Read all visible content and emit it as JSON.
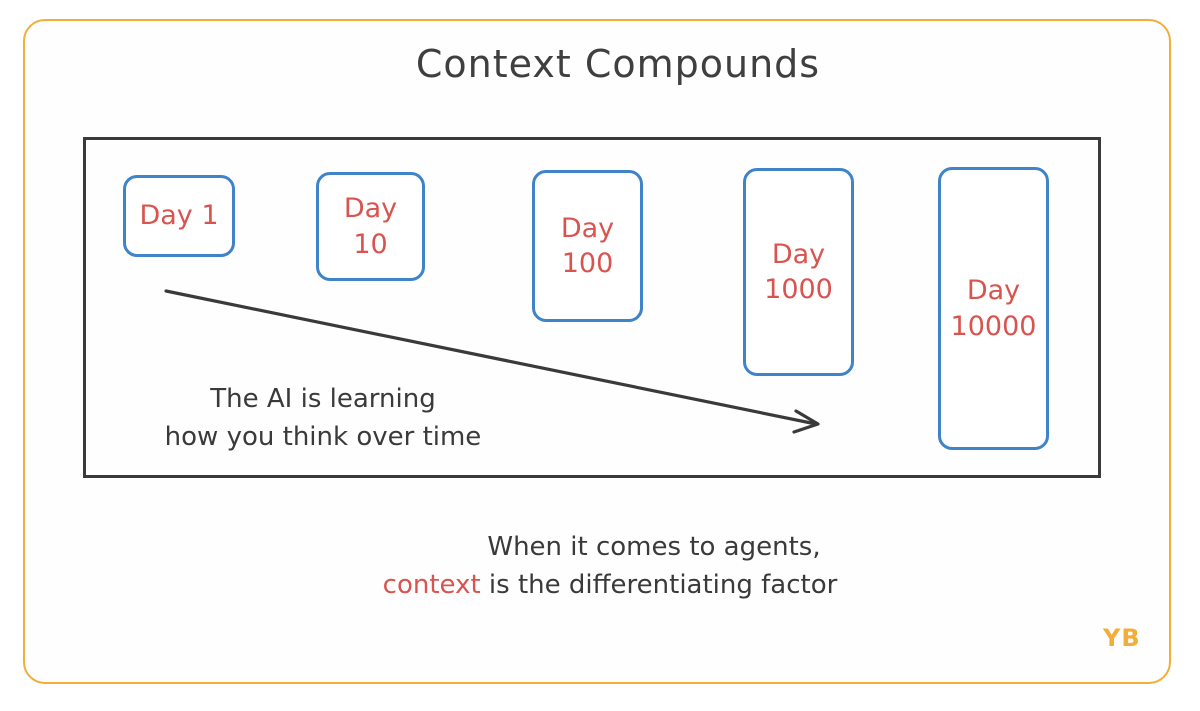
{
  "title": "Context Compounds",
  "days": [
    {
      "label": "Day 1"
    },
    {
      "label": "Day\n10"
    },
    {
      "label": "Day\n100"
    },
    {
      "label": "Day\n1000"
    },
    {
      "label": "Day\n10000"
    }
  ],
  "note": {
    "line1": "The AI is learning",
    "line2": "how you think over time"
  },
  "caption": {
    "line1": "When it comes to agents,",
    "highlight": "context",
    "line2_rest": " is the differentiating factor"
  },
  "signature": "YB",
  "colors": {
    "frame": "#f2ad3b",
    "card_border": "#3f83c8",
    "card_text": "#d9534f",
    "ink": "#3a3a3a"
  }
}
